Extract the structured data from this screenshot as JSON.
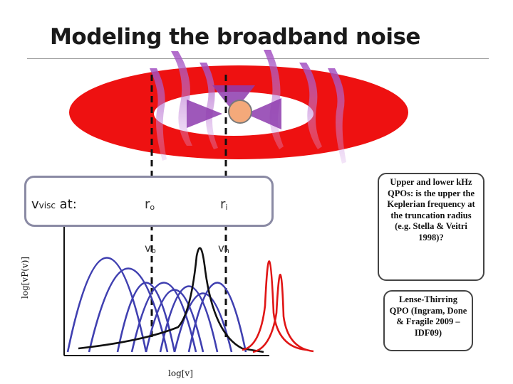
{
  "title": "Modeling the broadband noise",
  "visc_label": {
    "main": "v",
    "sub": "visc",
    "suffix": " at:"
  },
  "radius_outer": {
    "main": "r",
    "sub": "o"
  },
  "radius_inner": {
    "main": "r",
    "sub": "i"
  },
  "freq_break": {
    "main": "v",
    "sub": "b"
  },
  "freq_hump": {
    "main": "v",
    "sub": "h"
  },
  "axis_y": "log[vP(v)]",
  "axis_x": "log[v]",
  "note_qpo": "Upper and lower kHz QPOs: is the upper the Keplerian frequency at the truncation radius (e.g. Stella & Veitri 1998)?",
  "note_lt": "Lense-Thirring QPO (Ingram, Done & Fragile 2009 – IDF09)",
  "colors": {
    "disc": "#ee1111",
    "hump_blue": "#3f3fb0",
    "black_curve": "#111111",
    "red_qpo": "#e01515",
    "jet": "#9b3fb8",
    "central_star": "#f4a97a"
  }
}
